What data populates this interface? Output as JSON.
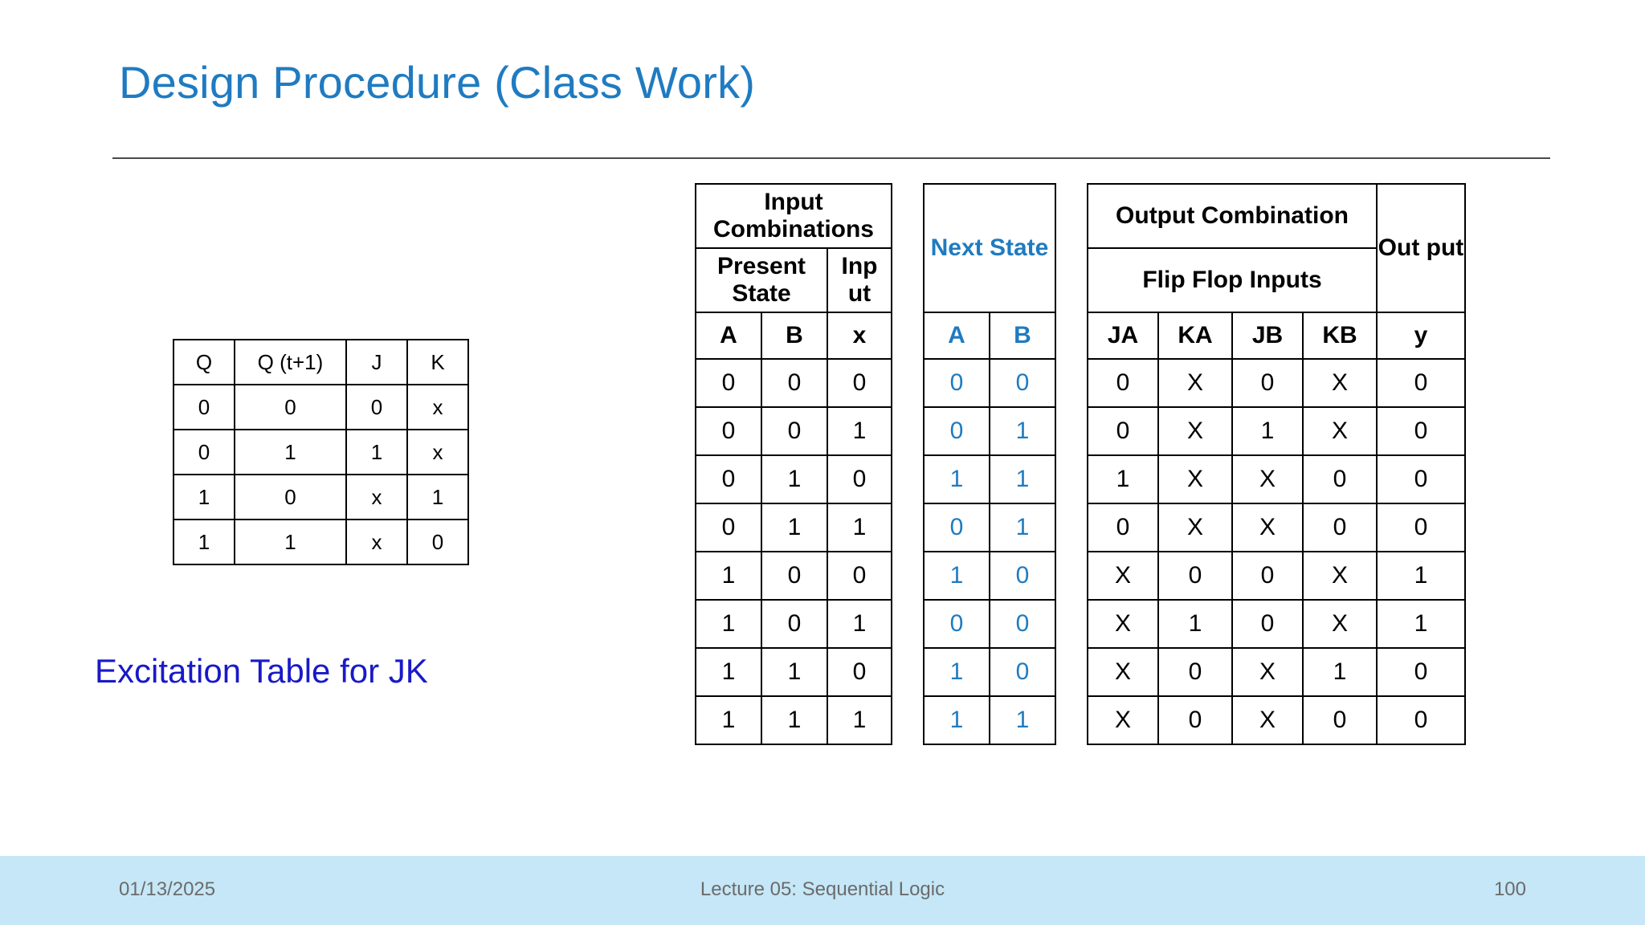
{
  "slide": {
    "title": "Design Procedure (Class Work)",
    "title_color": "#1F7BC1",
    "accent_blue": "#1F7BC1",
    "caption_blue": "#1919C8"
  },
  "excitation_table": {
    "caption": "Excitation Table for JK",
    "headers": [
      "Q",
      "Q (t+1)",
      "J",
      "K"
    ],
    "rows": [
      [
        "0",
        "0",
        "0",
        "x"
      ],
      [
        "0",
        "1",
        "1",
        "x"
      ],
      [
        "1",
        "0",
        "x",
        "1"
      ],
      [
        "1",
        "1",
        "x",
        "0"
      ]
    ]
  },
  "state_table": {
    "group_headers": {
      "input_combinations": "Input Combinations",
      "next_state": "Next State",
      "output_combination": "Output Combination",
      "output": "Out put"
    },
    "sub_headers": {
      "present_state": "Present State",
      "input": "Inp ut",
      "flip_flop_inputs": "Flip Flop Inputs"
    },
    "column_headers": {
      "present": [
        "A",
        "B"
      ],
      "input": [
        "x"
      ],
      "next_state": [
        "A",
        "B"
      ],
      "flip_flop": [
        "JA",
        "KA",
        "JB",
        "KB"
      ],
      "output": [
        "y"
      ]
    },
    "rows": [
      {
        "present": [
          "0",
          "0"
        ],
        "input": [
          "0"
        ],
        "next": [
          "0",
          "0"
        ],
        "ff": [
          "0",
          "X",
          "0",
          "X"
        ],
        "y": [
          "0"
        ]
      },
      {
        "present": [
          "0",
          "0"
        ],
        "input": [
          "1"
        ],
        "next": [
          "0",
          "1"
        ],
        "ff": [
          "0",
          "X",
          "1",
          "X"
        ],
        "y": [
          "0"
        ]
      },
      {
        "present": [
          "0",
          "1"
        ],
        "input": [
          "0"
        ],
        "next": [
          "1",
          "1"
        ],
        "ff": [
          "1",
          "X",
          "X",
          "0"
        ],
        "y": [
          "0"
        ]
      },
      {
        "present": [
          "0",
          "1"
        ],
        "input": [
          "1"
        ],
        "next": [
          "0",
          "1"
        ],
        "ff": [
          "0",
          "X",
          "X",
          "0"
        ],
        "y": [
          "0"
        ]
      },
      {
        "present": [
          "1",
          "0"
        ],
        "input": [
          "0"
        ],
        "next": [
          "1",
          "0"
        ],
        "ff": [
          "X",
          "0",
          "0",
          "X"
        ],
        "y": [
          "1"
        ]
      },
      {
        "present": [
          "1",
          "0"
        ],
        "input": [
          "1"
        ],
        "next": [
          "0",
          "0"
        ],
        "ff": [
          "X",
          "1",
          "0",
          "X"
        ],
        "y": [
          "1"
        ]
      },
      {
        "present": [
          "1",
          "1"
        ],
        "input": [
          "0"
        ],
        "next": [
          "1",
          "0"
        ],
        "ff": [
          "X",
          "0",
          "X",
          "1"
        ],
        "y": [
          "0"
        ]
      },
      {
        "present": [
          "1",
          "1"
        ],
        "input": [
          "1"
        ],
        "next": [
          "1",
          "1"
        ],
        "ff": [
          "X",
          "0",
          "X",
          "0"
        ],
        "y": [
          "0"
        ]
      }
    ]
  },
  "footer": {
    "date": "01/13/2025",
    "center": "Lecture 05: Sequential Logic",
    "page": "100",
    "background": "#C5E7F7"
  }
}
